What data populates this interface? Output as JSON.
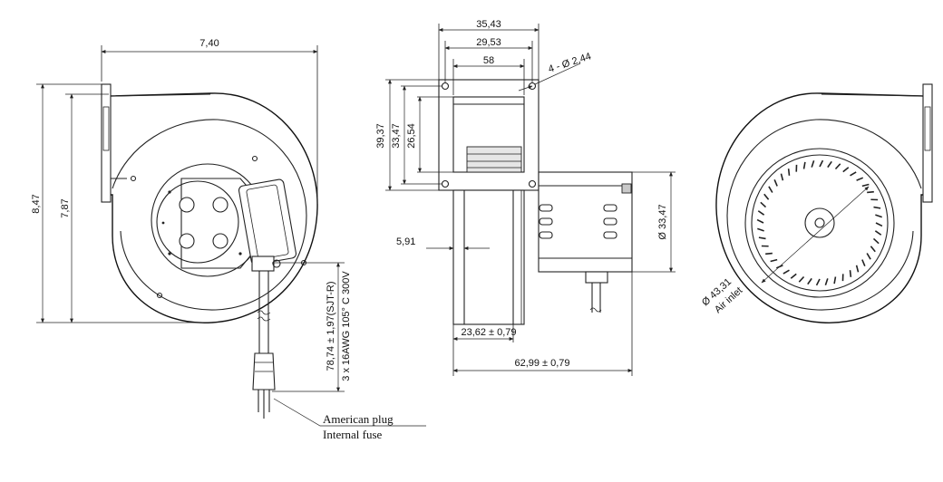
{
  "front_view": {
    "width_dim": "7,40",
    "outer_height_dim": "8,47",
    "inner_height_dim": "7,87",
    "cable_length_dim": "78,74 ± 1,97(SJT-R)",
    "cable_spec": "3 x 16AWG 105° C 300V",
    "plug_note_line1": "American plug",
    "plug_note_line2": "Internal fuse"
  },
  "side_view": {
    "flange_width_dim": "35,43",
    "hole_spacing_dim": "29,53",
    "outlet_width_dim": "58",
    "holes_dim": "4 - Ø 2,44",
    "flange_height_dim": "39,37",
    "hole_vspacing_dim": "33,47",
    "outlet_height_dim": "26,54",
    "motor_diameter_dim": "Ø 33,47",
    "offset_dim": "5,91",
    "housing_depth_dim": "23,62 ± 0,79",
    "total_depth_dim": "62,99 ± 0,79"
  },
  "back_view": {
    "inlet_diameter_dim": "Ø 43,31",
    "inlet_label": "Air inlet"
  }
}
